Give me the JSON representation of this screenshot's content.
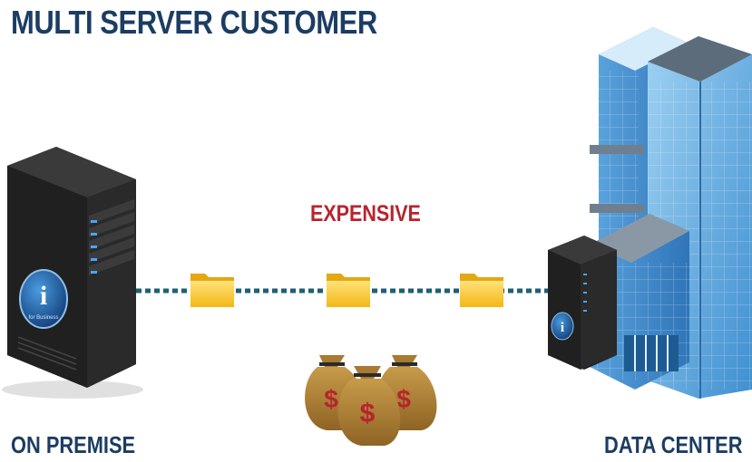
{
  "title": "MULTI SERVER CUSTOMER",
  "connection_label": "EXPENSIVE",
  "left_label": "ON PREMISE",
  "right_label": "DATA CENTER",
  "server_badge_text": "for Business",
  "currency_symbol": "$",
  "colors": {
    "title": "#1c3d63",
    "accent_red": "#b7242d",
    "connector": "#1f5f73",
    "folder": "#f6c21c"
  }
}
